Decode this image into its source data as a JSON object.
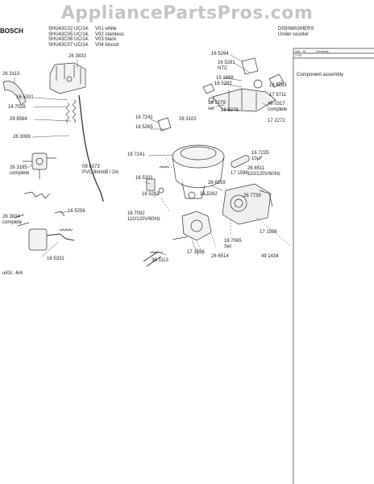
{
  "watermark": "AppliancePartsPros.com",
  "header": {
    "brand": "BOSCH",
    "models": [
      "SHU43C02 UC/14.",
      "SHU43C05 UC/14.",
      "SHU43C06 UC/14.",
      "SHU43C07 UC/14."
    ],
    "variants": [
      "V01 white",
      "V02 stainless",
      "V03 black",
      "V04 biscuit"
    ],
    "category": "DISHWASHERS",
    "subcategory": "Under counter",
    "small_row": [
      "Mat. - Nr.",
      "Konstante"
    ],
    "small_value": "2740",
    "section": "Component assembly"
  },
  "parts": [
    {
      "id": "p263833",
      "text": "26 3833"
    },
    {
      "id": "p263113",
      "text": "26 3113"
    },
    {
      "id": "p165331a",
      "text": "16 5331"
    },
    {
      "id": "p167028",
      "text": "16 7028"
    },
    {
      "id": "p298564",
      "text": "29 8564"
    },
    {
      "id": "p263099",
      "text": "26 3099"
    },
    {
      "id": "p263185",
      "text": "26 3185\ncomplete"
    },
    {
      "id": "p096373",
      "text": "09 6373\nPVC 8mmØ / 2m"
    },
    {
      "id": "p263834",
      "text": "26 3834\ncomplete"
    },
    {
      "id": "p165256",
      "text": "16 5256"
    },
    {
      "id": "p165331b",
      "text": "16 5331"
    },
    {
      "id": "p165264",
      "text": "16 5264"
    },
    {
      "id": "p165281",
      "text": "16 5281\nNTC"
    },
    {
      "id": "p151868",
      "text": "15 1868"
    },
    {
      "id": "p165282",
      "text": "16 5282"
    },
    {
      "id": "p165283",
      "text": "16 5283"
    },
    {
      "id": "p175711",
      "text": "17 5711"
    },
    {
      "id": "p165279",
      "text": "16 5279\nset"
    },
    {
      "id": "p165278",
      "text": "16 5278"
    },
    {
      "id": "p480317",
      "text": "48 0317\ncomplete"
    },
    {
      "id": "p172272",
      "text": "17 2272"
    },
    {
      "id": "p167241a",
      "text": "16 7241"
    },
    {
      "id": "p165265",
      "text": "16 5265"
    },
    {
      "id": "p263102",
      "text": "26 3102"
    },
    {
      "id": "p167241b",
      "text": "16 7241"
    },
    {
      "id": "p167235",
      "text": "16 7235\n10µF"
    },
    {
      "id": "p171596a",
      "text": "17 1596"
    },
    {
      "id": "p266511",
      "text": "26 6511\n110/120V/60Hz"
    },
    {
      "id": "p165331c",
      "text": "16 5331"
    },
    {
      "id": "p266159",
      "text": "26 6159"
    },
    {
      "id": "p165263",
      "text": "16 5263"
    },
    {
      "id": "p165262",
      "text": "16 5262"
    },
    {
      "id": "p267739",
      "text": "26 7739"
    },
    {
      "id": "p167092",
      "text": "16 7092\n110/120V/60Hz"
    },
    {
      "id": "p171596b",
      "text": "17 1596"
    },
    {
      "id": "p167065",
      "text": "16 7065\nSet"
    },
    {
      "id": "p171598",
      "text": "17 1598"
    },
    {
      "id": "p361113",
      "text": "36 1113"
    },
    {
      "id": "p266514",
      "text": "26 6514"
    },
    {
      "id": "p491434",
      "text": "49 1434"
    }
  ],
  "footer_code": "u43c   -6/4"
}
